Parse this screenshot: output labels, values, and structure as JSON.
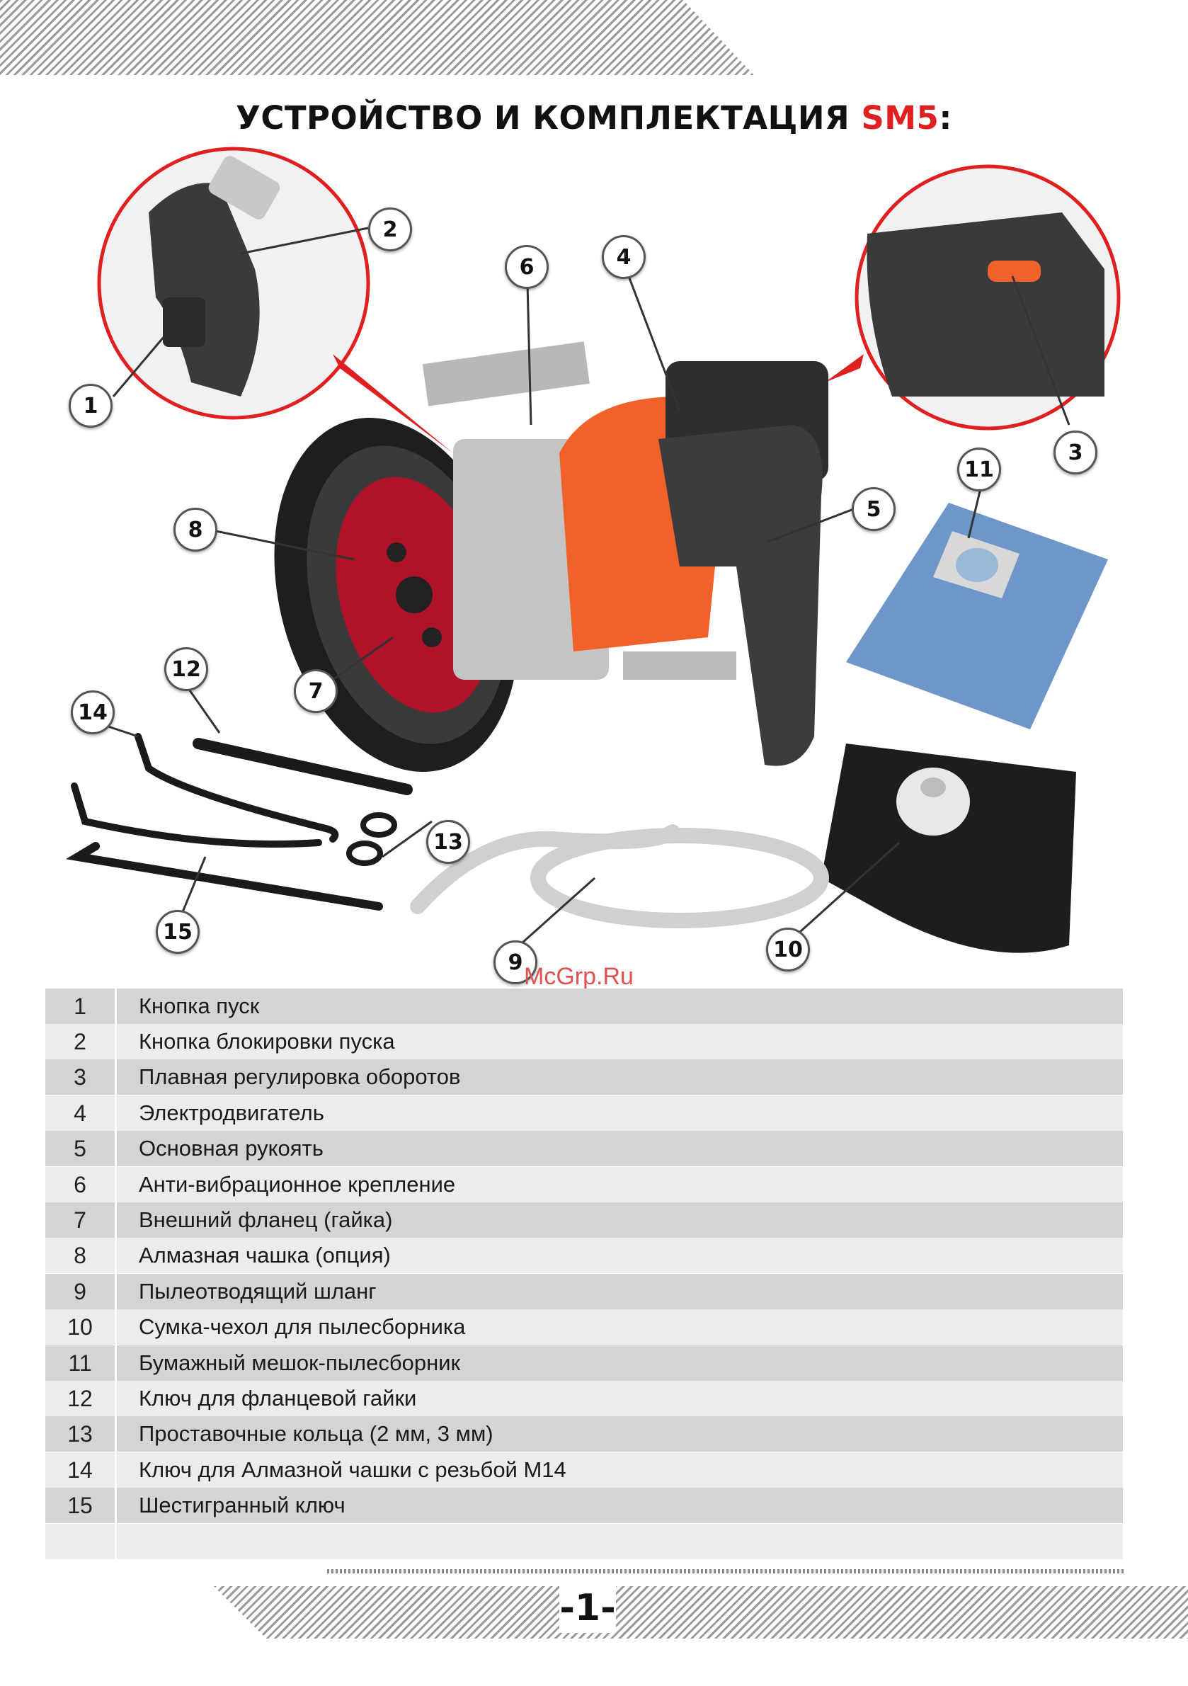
{
  "header": {
    "title_main": "УСТРОЙСТВО И КОМПЛЕКТАЦИЯ ",
    "title_model": "SM5",
    "title_colon": ":"
  },
  "colors": {
    "accent": "#e02020",
    "tool_orange": "#f0622a",
    "tool_dark": "#3c3c3e",
    "row_gray": "#d4d4d4",
    "bag_blue": "#6e96c8"
  },
  "callouts": [
    "1",
    "2",
    "3",
    "4",
    "5",
    "6",
    "7",
    "8",
    "9",
    "10",
    "11",
    "12",
    "13",
    "14",
    "15"
  ],
  "watermark": "McGrp.Ru",
  "parts_table": [
    {
      "num": "1",
      "label": "Кнопка пуск"
    },
    {
      "num": "2",
      "label": "Кнопка блокировки пуска"
    },
    {
      "num": "3",
      "label": "Плавная регулировка оборотов"
    },
    {
      "num": "4",
      "label": "Электродвигатель"
    },
    {
      "num": "5",
      "label": "Основная рукоять"
    },
    {
      "num": "6",
      "label": "Анти-вибрационное крепление"
    },
    {
      "num": "7",
      "label": "Внешний фланец (гайка)"
    },
    {
      "num": "8",
      "label": "Алмазная чашка (опция)"
    },
    {
      "num": "9",
      "label": "Пылеотводящий шланг"
    },
    {
      "num": "10",
      "label": "Сумка-чехол для пылесборника"
    },
    {
      "num": "11",
      "label": "Бумажный мешок-пылесборник"
    },
    {
      "num": "12",
      "label": "Ключ для фланцевой гайки"
    },
    {
      "num": "13",
      "label": "Проставочные кольца (2 мм, 3 мм)"
    },
    {
      "num": "14",
      "label": "Ключ для Алмазной чашки с резьбой М14"
    },
    {
      "num": "15",
      "label": "Шестигранный ключ"
    },
    {
      "num": "",
      "label": ""
    }
  ],
  "footer": {
    "page_number": "-1-"
  }
}
